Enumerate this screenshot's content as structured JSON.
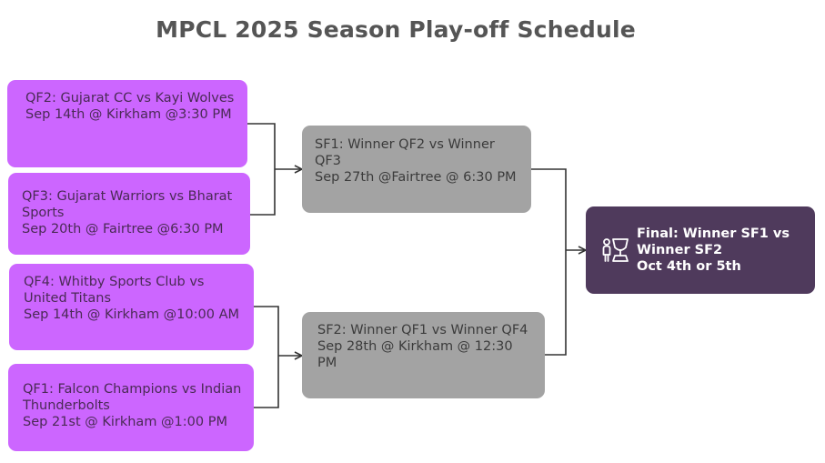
{
  "title": "MPCL 2025 Season Play-off Schedule",
  "colors": {
    "quarterfinal": "#cc66ff",
    "semifinal": "#a3a3a3",
    "final": "#4f3a5c",
    "connector": "#333333"
  },
  "quarterfinals": [
    {
      "match": "QF2: Gujarat CC vs Kayi Wolves",
      "details": "Sep 14th @ Kirkham @3:30 PM"
    },
    {
      "match": "QF3: Gujarat Warriors vs Bharat Sports",
      "details": "Sep 20th @ Fairtree @6:30 PM"
    },
    {
      "match": "QF4: Whitby Sports Club vs United Titans",
      "details": "Sep 14th @ Kirkham @10:00 AM"
    },
    {
      "match": "QF1: Falcon Champions vs Indian Thunderbolts",
      "details": "Sep 21st @ Kirkham @1:00 PM"
    }
  ],
  "semifinals": [
    {
      "match": "SF1: Winner QF2 vs Winner QF3",
      "details": "Sep 27th @Fairtree @ 6:30 PM"
    },
    {
      "match": "SF2: Winner QF1 vs Winner QF4",
      "details": "Sep 28th @ Kirkham @ 12:30 PM"
    }
  ],
  "final": {
    "match": "Final: Winner SF1 vs Winner SF2",
    "details": "Oct 4th or 5th",
    "icon": "trophy-icon"
  }
}
